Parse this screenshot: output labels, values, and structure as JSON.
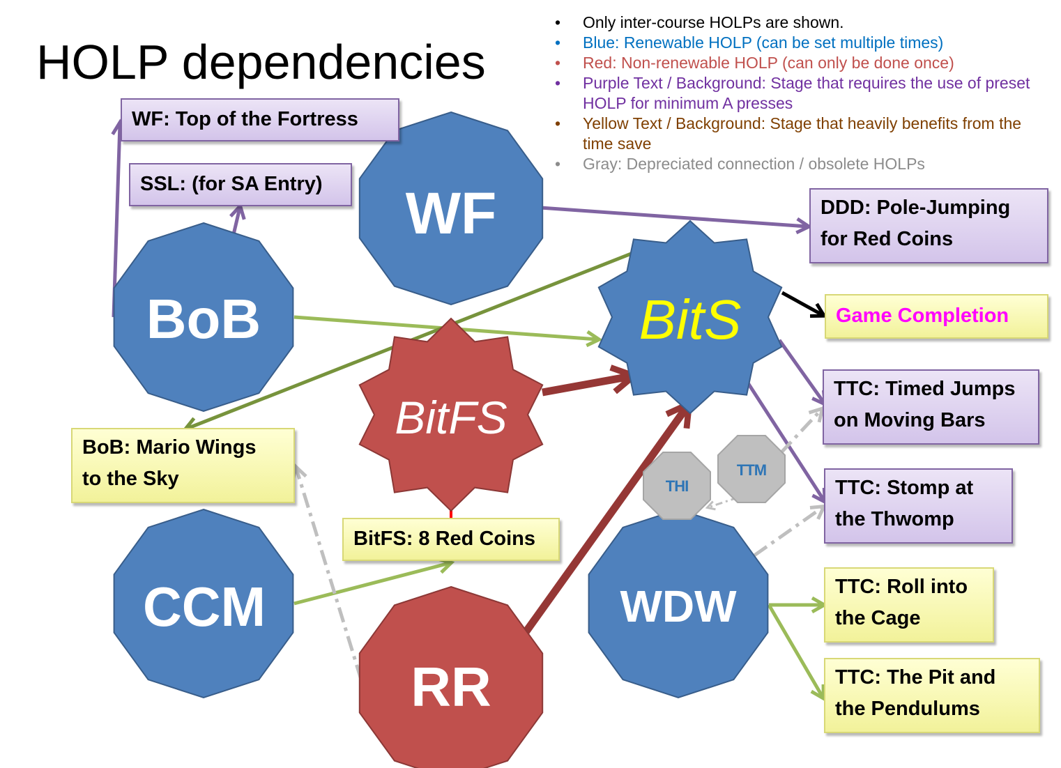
{
  "title": "HOLP dependencies",
  "legend": [
    {
      "text": "Only inter-course HOLPs are shown.",
      "color": "#000000"
    },
    {
      "text": "Blue: Renewable HOLP (can be set multiple times)",
      "color": "#0070c0"
    },
    {
      "text": "Red: Non-renewable HOLP (can only be done once)",
      "color": "#c0504d"
    },
    {
      "text": "Purple Text / Background: Stage that requires the use of preset HOLP for minimum A presses",
      "color": "#7030a0"
    },
    {
      "text": "Yellow Text / Background: Stage that heavily benefits from the time save",
      "color": "#7f3f00"
    },
    {
      "text": "Gray: Depreciated connection / obsolete HOLPs",
      "color": "#8c8c8c"
    }
  ],
  "nodes": {
    "wf": "WF",
    "bob": "BoB",
    "bits": "BitS",
    "bitfs": "BitFS",
    "ccm": "CCM",
    "rr": "RR",
    "wdw": "WDW",
    "thi": "THI",
    "ttm": "TTM"
  },
  "boxes": {
    "wf_top": "WF: Top of the Fortress",
    "ssl": "SSL: (for SA Entry)",
    "ddd_line1": "DDD: Pole-Jumping",
    "ddd_line2": "for Red Coins",
    "game_completion": "Game Completion",
    "ttc_timed_line1": "TTC: Timed Jumps",
    "ttc_timed_line2": "on Moving Bars",
    "ttc_stomp_line1": "TTC: Stomp at",
    "ttc_stomp_line2": "the Thwomp",
    "bob_wings_line1": "BoB: Mario Wings",
    "bob_wings_line2": "to the Sky",
    "bitfs_red": "BitFS: 8 Red Coins",
    "ttc_roll_line1": "TTC: Roll into",
    "ttc_roll_line2": "the Cage",
    "ttc_pit_line1": "TTC: The Pit and",
    "ttc_pit_line2": "the Pendulums"
  },
  "colors": {
    "blue_node": "#4f81bd",
    "red_node": "#c0504d",
    "gray_node": "#bfbfbf",
    "purple_edge": "#8064a2",
    "green_edge": "#9bbb59",
    "olive_edge": "#77933c",
    "darkred_edge": "#953735",
    "gray_edge": "#bfbfbf",
    "bits_text": "#ffff00",
    "game_completion_text": "#ff00ff"
  }
}
